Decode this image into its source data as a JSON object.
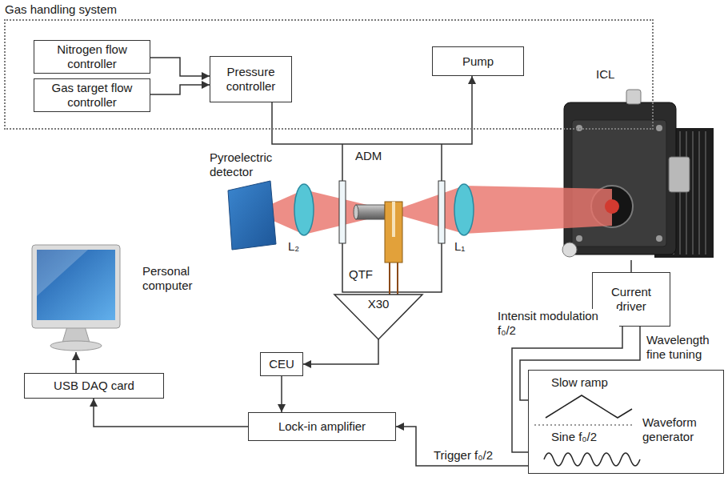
{
  "diagram": {
    "nodes": [
      {
        "text": [
          "Gas handling system"
        ]
      },
      {
        "text": [
          "Nitrogen flow controller"
        ],
        "in": 0
      },
      {
        "text": [
          "Gas target flow controller"
        ],
        "in": 0
      },
      {
        "text": [
          "Pressure controller"
        ],
        "in": 0
      },
      {
        "text": [
          "Pump"
        ],
        "in": 0
      },
      {
        "text": [
          "ICL"
        ]
      },
      {
        "text": [
          "Personal computer"
        ]
      },
      {
        "text": [
          "X30"
        ]
      },
      {
        "text": [
          "CEU"
        ]
      },
      {
        "text": [
          "Current driver"
        ]
      },
      {
        "text": [
          "USB DAQ card"
        ]
      },
      {
        "text": [
          "Lock-in amplifier"
        ]
      },
      {
        "text": [
          "Slow ramp",
          "Sine f₀/2",
          "Waveform generator"
        ]
      }
    ],
    "edges": [
      {
        "from": 1,
        "to": 3,
        "arrow": "to"
      },
      {
        "from": 2,
        "to": 3,
        "arrow": "to"
      },
      {
        "from": 3,
        "to": 4,
        "arrow": "to"
      },
      {
        "from": 9,
        "to": 5,
        "arrow": "none"
      },
      {
        "from": 12,
        "to": 9,
        "label": "Intensit modulation f₀/2",
        "arrow": "none"
      },
      {
        "from": 12,
        "to": 9,
        "label": "Wavelength fine tuning",
        "arrow": "none"
      },
      {
        "from": 12,
        "to": 11,
        "label": "Trigger f₀/2",
        "arrow": "to"
      },
      {
        "from": 7,
        "to": 8,
        "arrow": "to"
      },
      {
        "from": 8,
        "to": 11,
        "arrow": "to"
      },
      {
        "from": 11,
        "to": 10,
        "arrow": "to"
      },
      {
        "from": 10,
        "to": 6,
        "arrow": "to"
      }
    ],
    "labels": [
      "Pyroelectric detector",
      "L₂",
      "ADM",
      "QTF",
      "L₁"
    ]
  }
}
